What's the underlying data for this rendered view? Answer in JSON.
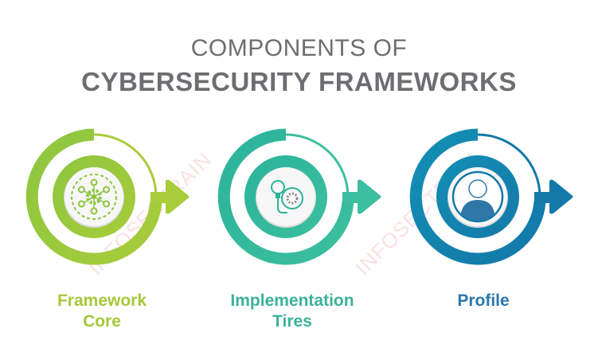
{
  "title": {
    "line1": "COMPONENTS OF",
    "line2": "CYBERSECURITY FRAMEWORKS"
  },
  "watermark": "INFOSECTRAIN",
  "components": [
    {
      "label_line1": "Framework",
      "label_line2": "Core",
      "icon": "gear-network-icon",
      "color": "#8cc63f",
      "color_light": "#a8cc3a",
      "text_color": "#a6c83a"
    },
    {
      "label_line1": "Implementation",
      "label_line2": "Tires",
      "icon": "lightbulb-gear-icon",
      "color": "#2bb39b",
      "color_light": "#3cbf9e",
      "text_color": "#3bb39a"
    },
    {
      "label_line1": "Profile",
      "label_line2": "",
      "icon": "user-profile-icon",
      "color": "#138fb5",
      "color_light": "#1478a8",
      "text_color": "#2a78ad"
    }
  ]
}
